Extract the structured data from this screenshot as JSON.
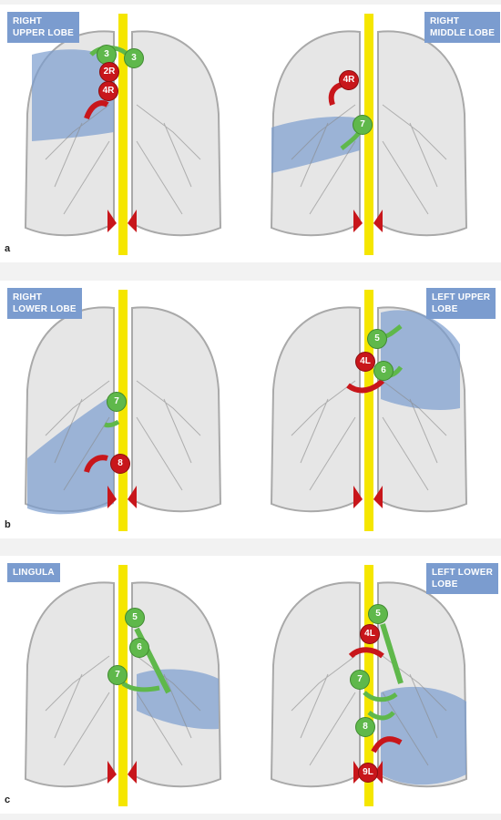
{
  "colors": {
    "lobe_highlight": "#7b9ccf",
    "trachea": "#f5e600",
    "node_green": "#5fb84b",
    "node_red": "#c8161b",
    "label_bg": "#7b9ccf"
  },
  "panels": {
    "a": {
      "letter": "a",
      "left": {
        "label": "RIGHT\nUPPER LOBE",
        "nodes": [
          {
            "text": "3",
            "color": "green"
          },
          {
            "text": "3",
            "color": "green"
          },
          {
            "text": "2R",
            "color": "red"
          },
          {
            "text": "4R",
            "color": "red"
          }
        ]
      },
      "right": {
        "label": "RIGHT\nMIDDLE LOBE",
        "nodes": [
          {
            "text": "4R",
            "color": "red"
          },
          {
            "text": "7",
            "color": "green"
          }
        ]
      }
    },
    "b": {
      "letter": "b",
      "left": {
        "label": "RIGHT\nLOWER LOBE",
        "nodes": [
          {
            "text": "7",
            "color": "green"
          },
          {
            "text": "8",
            "color": "red"
          }
        ]
      },
      "right": {
        "label": "LEFT UPPER\nLOBE",
        "nodes": [
          {
            "text": "5",
            "color": "green"
          },
          {
            "text": "4L",
            "color": "red"
          },
          {
            "text": "6",
            "color": "green"
          }
        ]
      }
    },
    "c": {
      "letter": "c",
      "left": {
        "label": "LINGULA",
        "nodes": [
          {
            "text": "5",
            "color": "green"
          },
          {
            "text": "6",
            "color": "green"
          },
          {
            "text": "7",
            "color": "green"
          }
        ]
      },
      "right": {
        "label": "LEFT LOWER\nLOBE",
        "nodes": [
          {
            "text": "5",
            "color": "green"
          },
          {
            "text": "4L",
            "color": "red"
          },
          {
            "text": "7",
            "color": "green"
          },
          {
            "text": "8",
            "color": "green"
          },
          {
            "text": "9L",
            "color": "red"
          }
        ]
      }
    }
  }
}
